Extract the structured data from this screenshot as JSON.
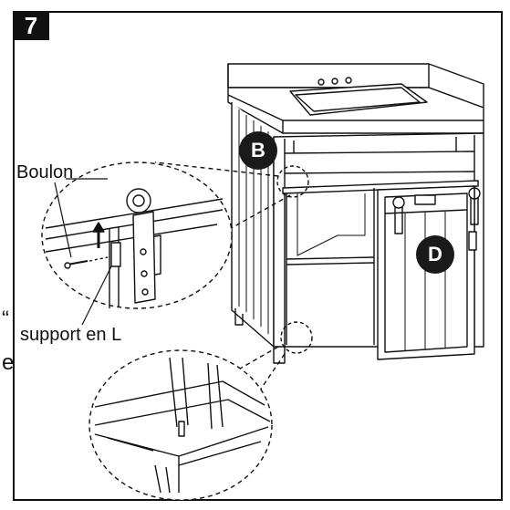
{
  "step": {
    "number": "7"
  },
  "labels": {
    "bolt": "Boulon",
    "bracket": "support en L",
    "part_b": "B",
    "part_d": "D"
  },
  "edge_marks": {
    "top": "“",
    "bottom": "e"
  },
  "colors": {
    "line": "#111111",
    "badge": "#111111",
    "fill": "#ffffff"
  }
}
